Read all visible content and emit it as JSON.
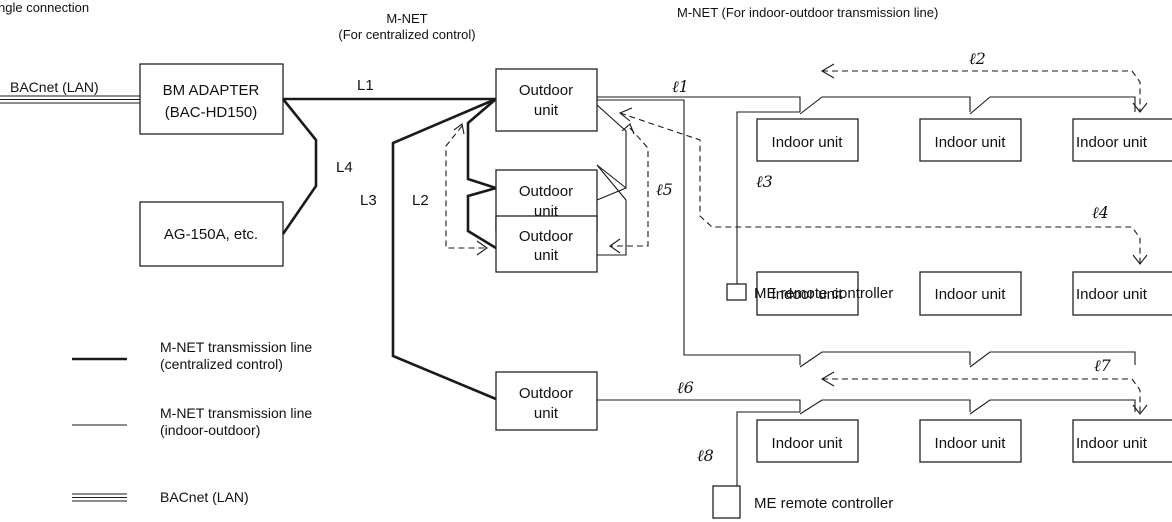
{
  "header": {
    "partial_title": "ngle connection",
    "mnet_central_title": "M-NET",
    "mnet_central_subtitle": "(For centralized control)",
    "mnet_indoor_title": "M-NET (For indoor-outdoor transmission line)"
  },
  "bacnet_label": "BACnet (LAN)",
  "bm_adapter": {
    "line1": "BM ADAPTER",
    "line2": "(BAC-HD150)"
  },
  "ag150": {
    "label": "AG-150A, etc."
  },
  "outdoor_units": [
    {
      "line1": "Outdoor",
      "line2": "unit"
    },
    {
      "line1": "Outdoor",
      "line2": "unit"
    },
    {
      "line1": "Outdoor",
      "line2": "unit"
    },
    {
      "line1": "Outdoor",
      "line2": "unit"
    }
  ],
  "indoor_unit_label": "Indoor unit",
  "remote_controller_label": "ME remote controller",
  "line_labels": {
    "L1": "L1",
    "L2": "L2",
    "L3": "L3",
    "L4": "L4",
    "l1": "ℓ1",
    "l2": "ℓ2",
    "l3": "ℓ3",
    "l4": "ℓ4",
    "l5": "ℓ5",
    "l6": "ℓ6",
    "l7": "ℓ7",
    "l8": "ℓ8"
  },
  "legend": [
    {
      "style": "thick",
      "line1": "M-NET transmission line",
      "line2": "(centralized control)"
    },
    {
      "style": "thin",
      "line1": "M-NET transmission line",
      "line2": "(indoor-outdoor)"
    },
    {
      "style": "double",
      "line1": "BACnet (LAN)",
      "line2": ""
    }
  ]
}
